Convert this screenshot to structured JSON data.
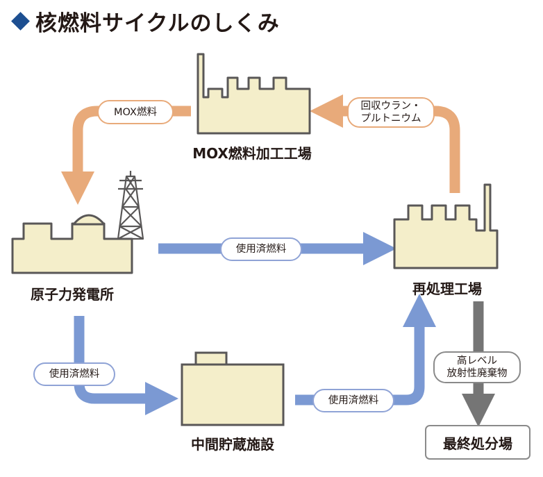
{
  "title": "核燃料サイクルのしくみ",
  "colors": {
    "title_diamond": "#1d4f91",
    "building_fill": "#f4eeca",
    "building_stroke": "#595757",
    "arrow_orange": "#e8aa7a",
    "arrow_blue": "#7b99d3",
    "arrow_gray": "#757575"
  },
  "facilities": {
    "mox_plant": "MOX燃料加工工場",
    "power_plant": "原子力発電所",
    "reprocessing": "再処理工場",
    "storage": "中間貯蔵施設",
    "final_disposal": "最終処分場"
  },
  "flow_labels": {
    "mox_fuel": "MOX燃料",
    "recovered_line1": "回収ウラン・",
    "recovered_line2": "プルトニウム",
    "spent_fuel_center": "使用済燃料",
    "spent_fuel_left": "使用済燃料",
    "spent_fuel_bottom": "使用済燃料",
    "hlw_line1": "高レベル",
    "hlw_line2": "放射性廃棄物"
  }
}
